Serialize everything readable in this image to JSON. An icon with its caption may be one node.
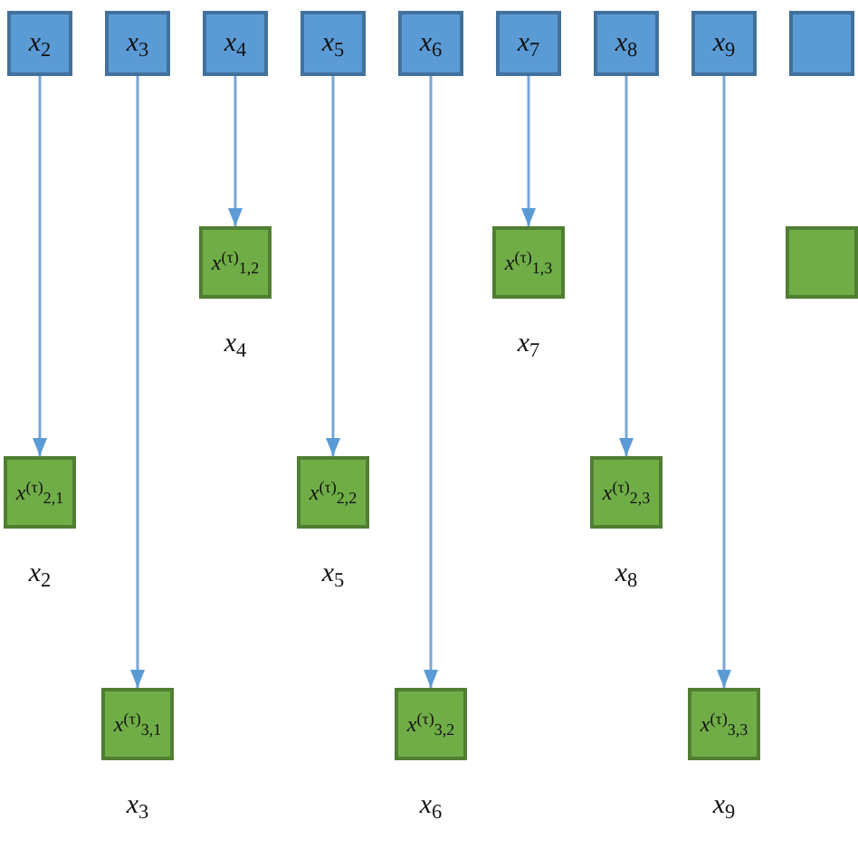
{
  "diagram": {
    "nodes": [
      {
        "text": [
          "*x*$_{2}$"
        ]
      },
      {
        "text": [
          "*x*$_{3}$"
        ]
      },
      {
        "text": [
          "*x*$_{4}$"
        ]
      },
      {
        "text": [
          "*x*$_{5}$"
        ]
      },
      {
        "text": [
          "*x*$_{6}$"
        ]
      },
      {
        "text": [
          "*x*$_{7}$"
        ]
      },
      {
        "text": [
          "*x*$_{8}$"
        ]
      },
      {
        "text": [
          "*x*$_{9}$"
        ]
      },
      {
        "text": [],
        "shape": "box"
      },
      {
        "text": [
          "*x*$^{(τ)}$$_{1,2}$"
        ],
        "beside": [
          "*x*$_{4}$"
        ]
      },
      {
        "text": [
          "*x*$^{(τ)}$$_{1,3}$"
        ],
        "beside": [
          "*x*$_{7}$"
        ]
      },
      {
        "text": [],
        "shape": "box"
      },
      {
        "text": [
          "*x*$^{(τ)}$$_{2,1}$"
        ],
        "beside": [
          "*x*$_{2}$"
        ]
      },
      {
        "text": [
          "*x*$^{(τ)}$$_{2,2}$"
        ],
        "beside": [
          "*x*$_{5}$"
        ]
      },
      {
        "text": [
          "*x*$^{(τ)}$$_{2,3}$"
        ],
        "beside": [
          "*x*$_{8}$"
        ]
      },
      {
        "text": [
          "*x*$^{(τ)}$$_{3,1}$"
        ],
        "beside": [
          "*x*$_{3}$"
        ]
      },
      {
        "text": [
          "*x*$^{(τ)}$$_{3,2}$"
        ],
        "beside": [
          "*x*$_{6}$"
        ]
      },
      {
        "text": [
          "*x*$^{(τ)}$$_{3,3}$"
        ],
        "beside": [
          "*x*$_{9}$"
        ]
      }
    ],
    "edges": [
      {
        "from": 0,
        "to": 12,
        "arrow": "to"
      },
      {
        "from": 1,
        "to": 15,
        "arrow": "to"
      },
      {
        "from": 2,
        "to": 9,
        "arrow": "to"
      },
      {
        "from": 3,
        "to": 13,
        "arrow": "to"
      },
      {
        "from": 4,
        "to": 16,
        "arrow": "to"
      },
      {
        "from": 5,
        "to": 10,
        "arrow": "to"
      },
      {
        "from": 6,
        "to": 14,
        "arrow": "to"
      },
      {
        "from": 7,
        "to": 17,
        "arrow": "to"
      }
    ]
  }
}
